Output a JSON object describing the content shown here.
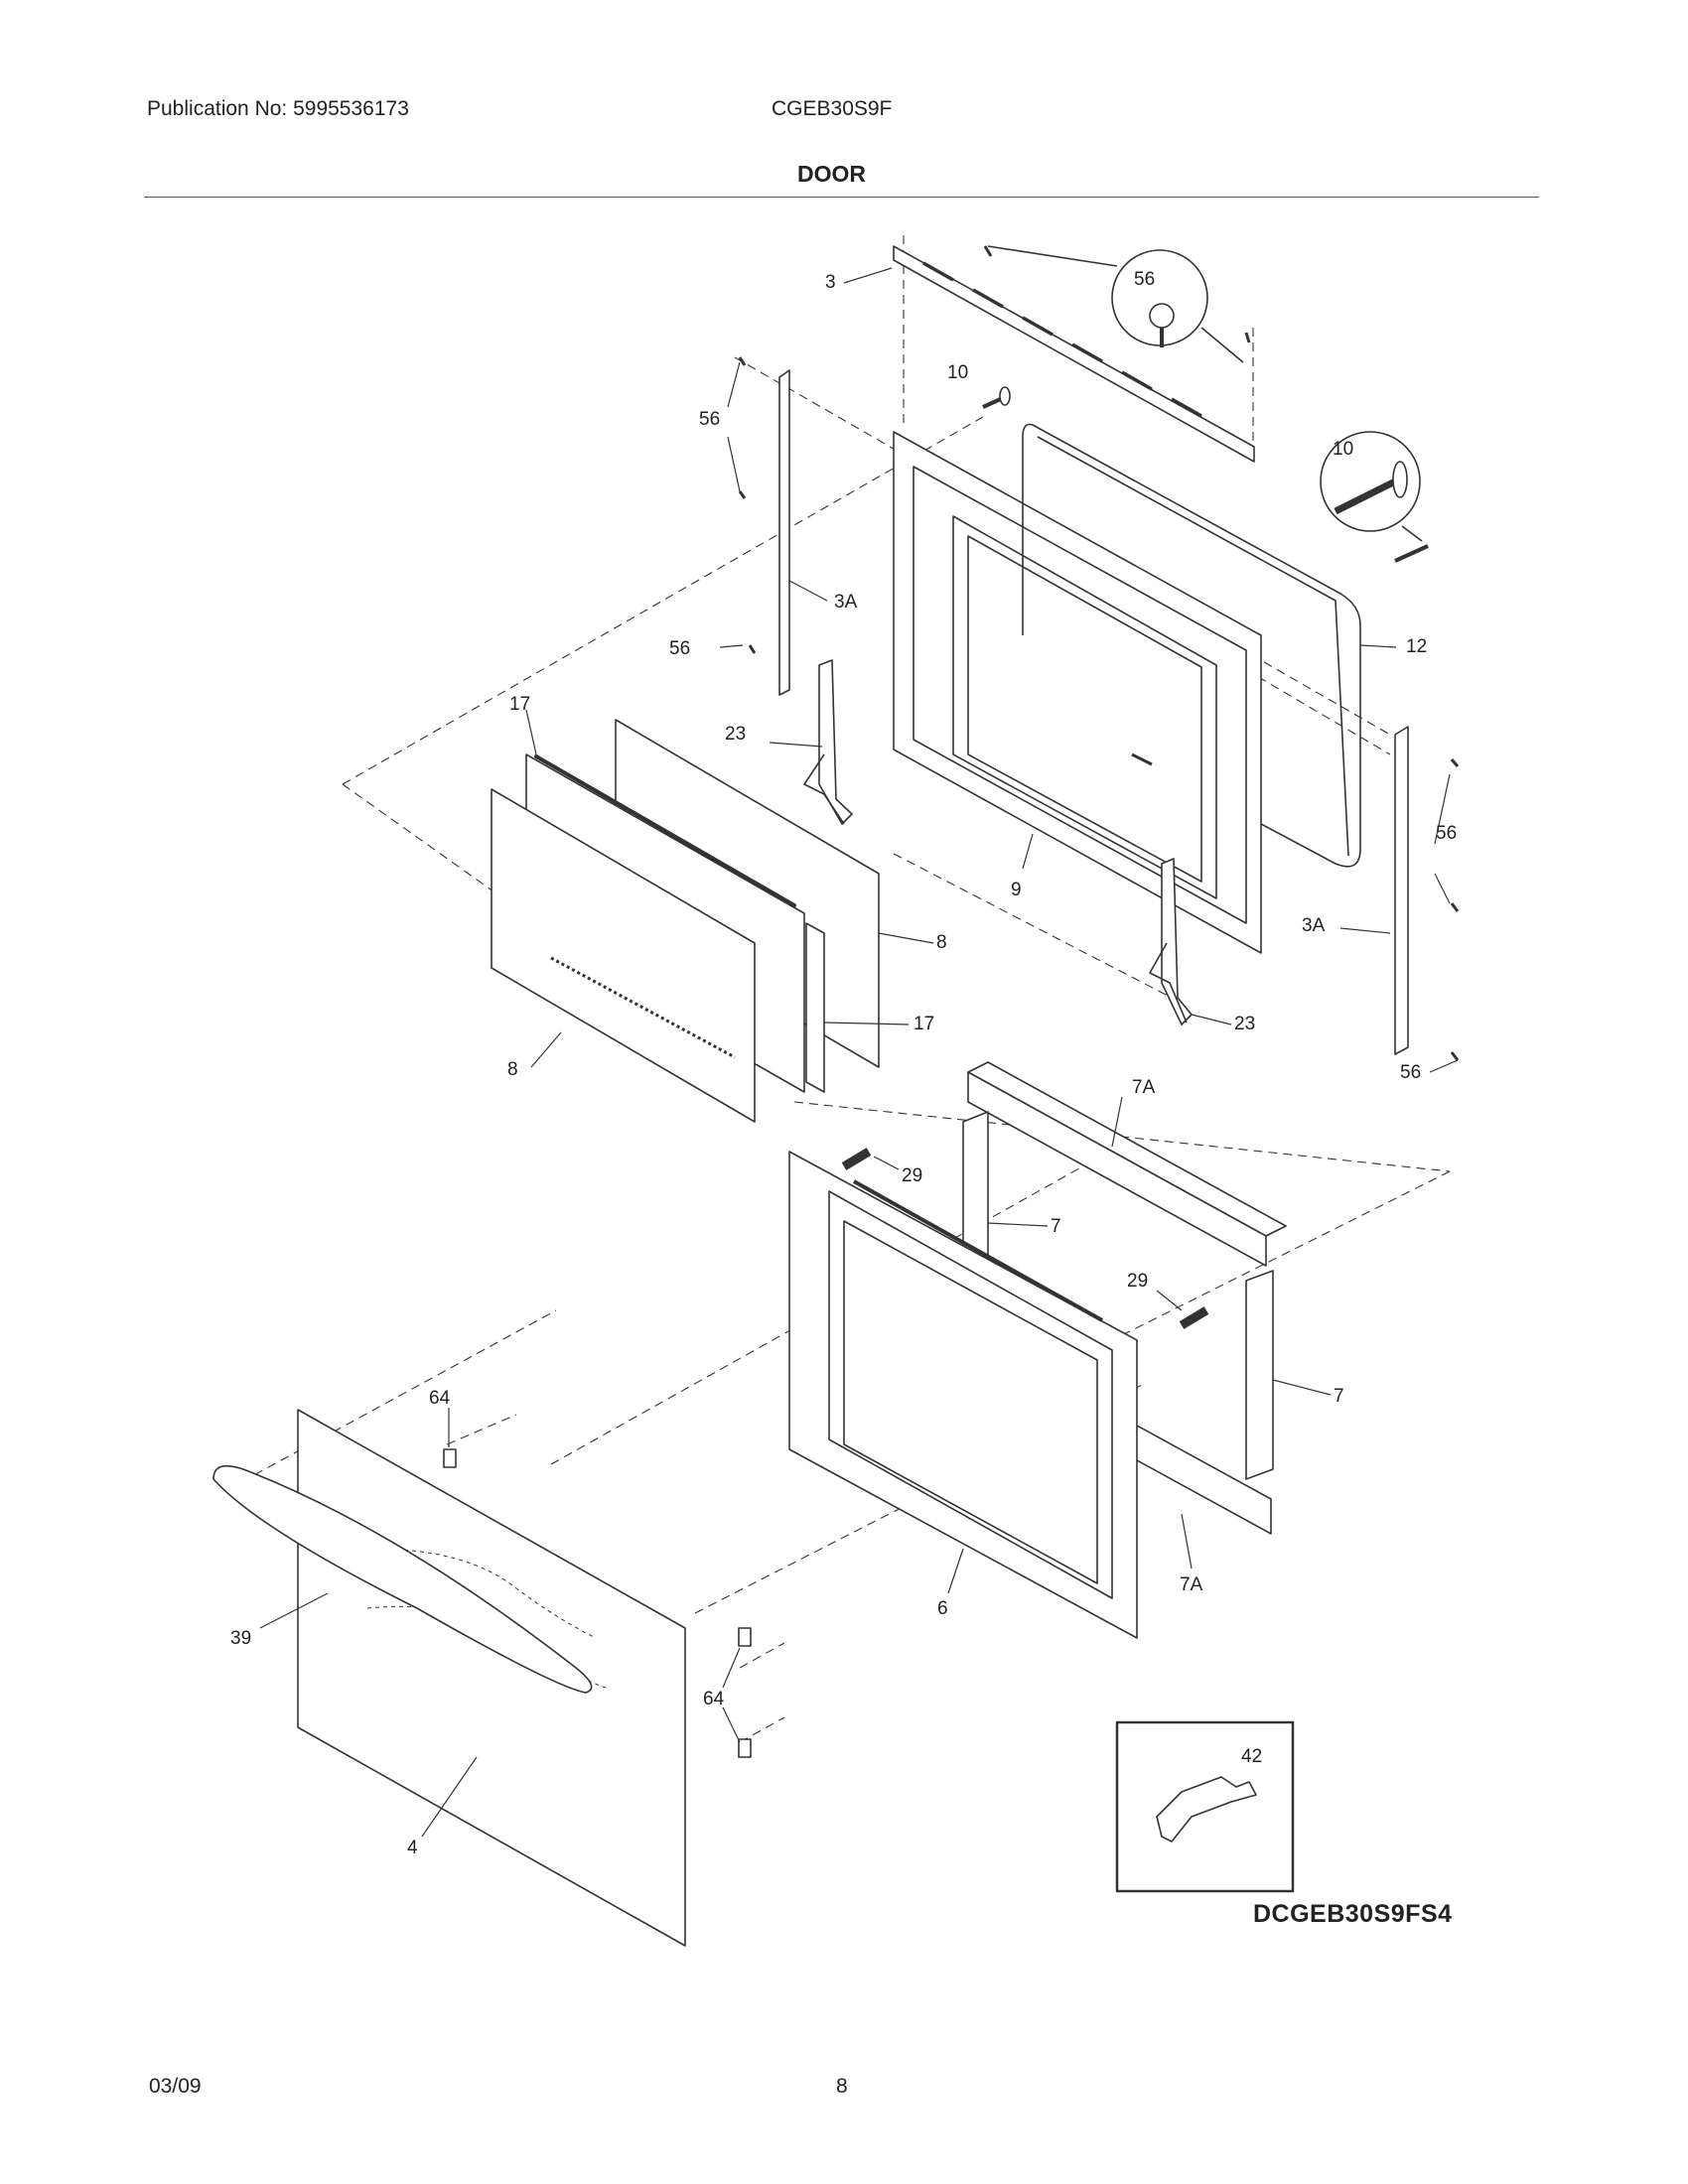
{
  "header": {
    "publication": "Publication No: 5995536173",
    "model": "CGEB30S9F"
  },
  "section_title": "DOOR",
  "diagram": {
    "code": "DCGEB30S9FS4",
    "callouts": {
      "c3": "3",
      "c56_detail": "56",
      "c10_a": "10",
      "c56_a": "56",
      "c10_detail": "10",
      "c3A_a": "3A",
      "c56_b": "56",
      "c12": "12",
      "c17_a": "17",
      "c23_a": "23",
      "c9": "9",
      "c56_c": "56",
      "c8_a": "8",
      "c3A_b": "3A",
      "c17_b": "17",
      "c23_b": "23",
      "c8_b": "8",
      "c7A_a": "7A",
      "c56_d": "56",
      "c29_a": "29",
      "c7_a": "7",
      "c29_b": "29",
      "c64_a": "64",
      "c7_b": "7",
      "c7A_b": "7A",
      "c39": "39",
      "c6": "6",
      "c64_b": "64",
      "c42": "42",
      "c4": "4"
    }
  },
  "footer": {
    "date": "03/09",
    "page": "8"
  }
}
